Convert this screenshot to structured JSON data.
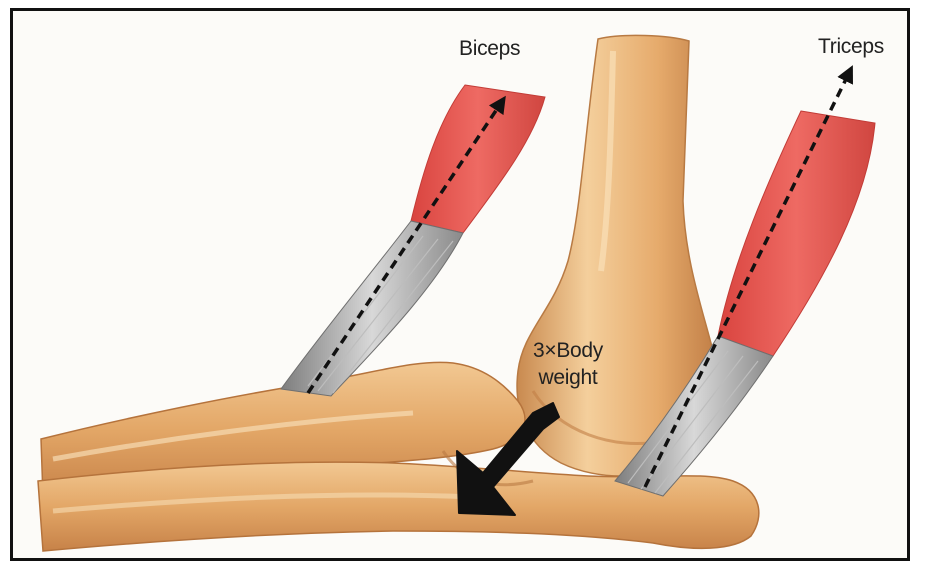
{
  "labels": {
    "biceps": "Biceps",
    "triceps": "Triceps",
    "load_line1": "3×Body",
    "load_line2": "weight"
  },
  "colors": {
    "bone": "#e5ad6f",
    "bone_shadow": "#c4834a",
    "bone_highlight": "#f6d3a4",
    "muscle": "#e35650",
    "tendon": "#9a9a9a",
    "arrow": "#111111",
    "frame": "#111111"
  },
  "icons": {
    "biceps_force": "dashed-arrow-up-icon",
    "triceps_force": "dashed-arrow-up-icon",
    "load_force": "thick-arrow-down-left-icon"
  }
}
